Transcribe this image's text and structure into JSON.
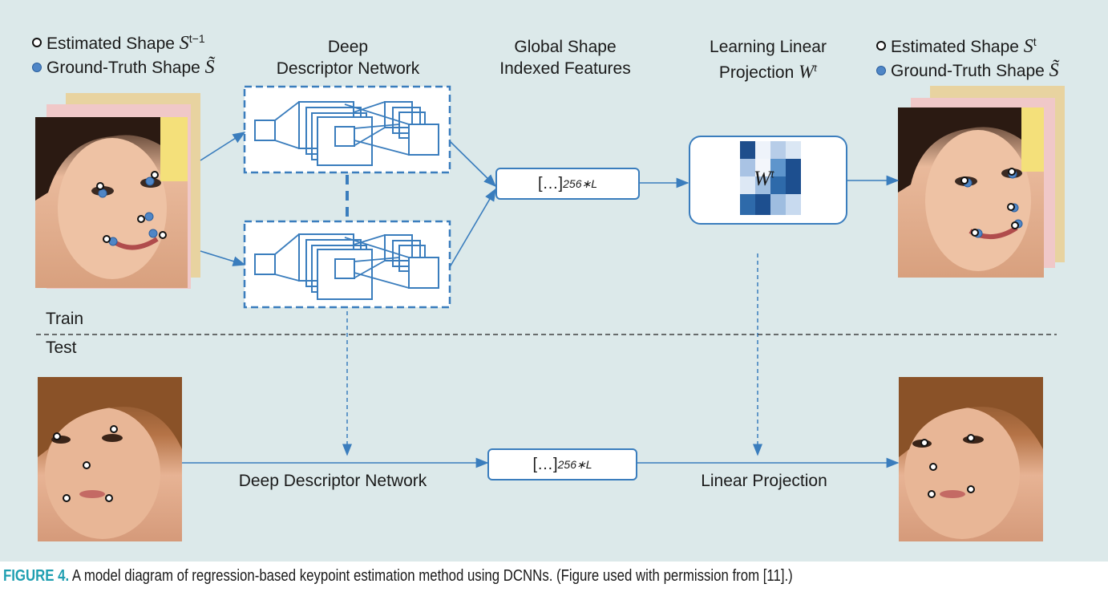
{
  "legend_left": {
    "estimated_text": "Estimated Shape ",
    "estimated_sym": "S",
    "estimated_sup": "t−1",
    "ground_text": "Ground-Truth Shape ",
    "ground_sym": "S̃"
  },
  "legend_right": {
    "estimated_text": "Estimated Shape ",
    "estimated_sym": "S",
    "estimated_sup": "t",
    "ground_text": "Ground-Truth Shape ",
    "ground_sym": "S̃"
  },
  "headers": {
    "deep_descriptor": [
      "Deep",
      "Descriptor Network"
    ],
    "global_shape": [
      "Global Shape",
      "Indexed Features"
    ],
    "learning": [
      "Learning Linear",
      "Projection "
    ],
    "learning_sym": "W",
    "learning_sup": "t"
  },
  "feature_vector": {
    "text": "[…]",
    "sub": "256∗L"
  },
  "projection_matrix": {
    "sym": "W",
    "sup": "t"
  },
  "section_labels": {
    "train": "Train",
    "test": "Test"
  },
  "test_labels": {
    "deep_descriptor": "Deep Descriptor Network",
    "linear_projection": "Linear Projection"
  },
  "caption": {
    "head": "FIGURE 4.",
    "text": " A model diagram of regression-based keypoint estimation method using DCNNs. (Figure used with permission from [11].)"
  },
  "colors": {
    "accent_blue": "#3a7dbd",
    "background": "#dce9ea",
    "caption_head": "#1f9fb1"
  }
}
